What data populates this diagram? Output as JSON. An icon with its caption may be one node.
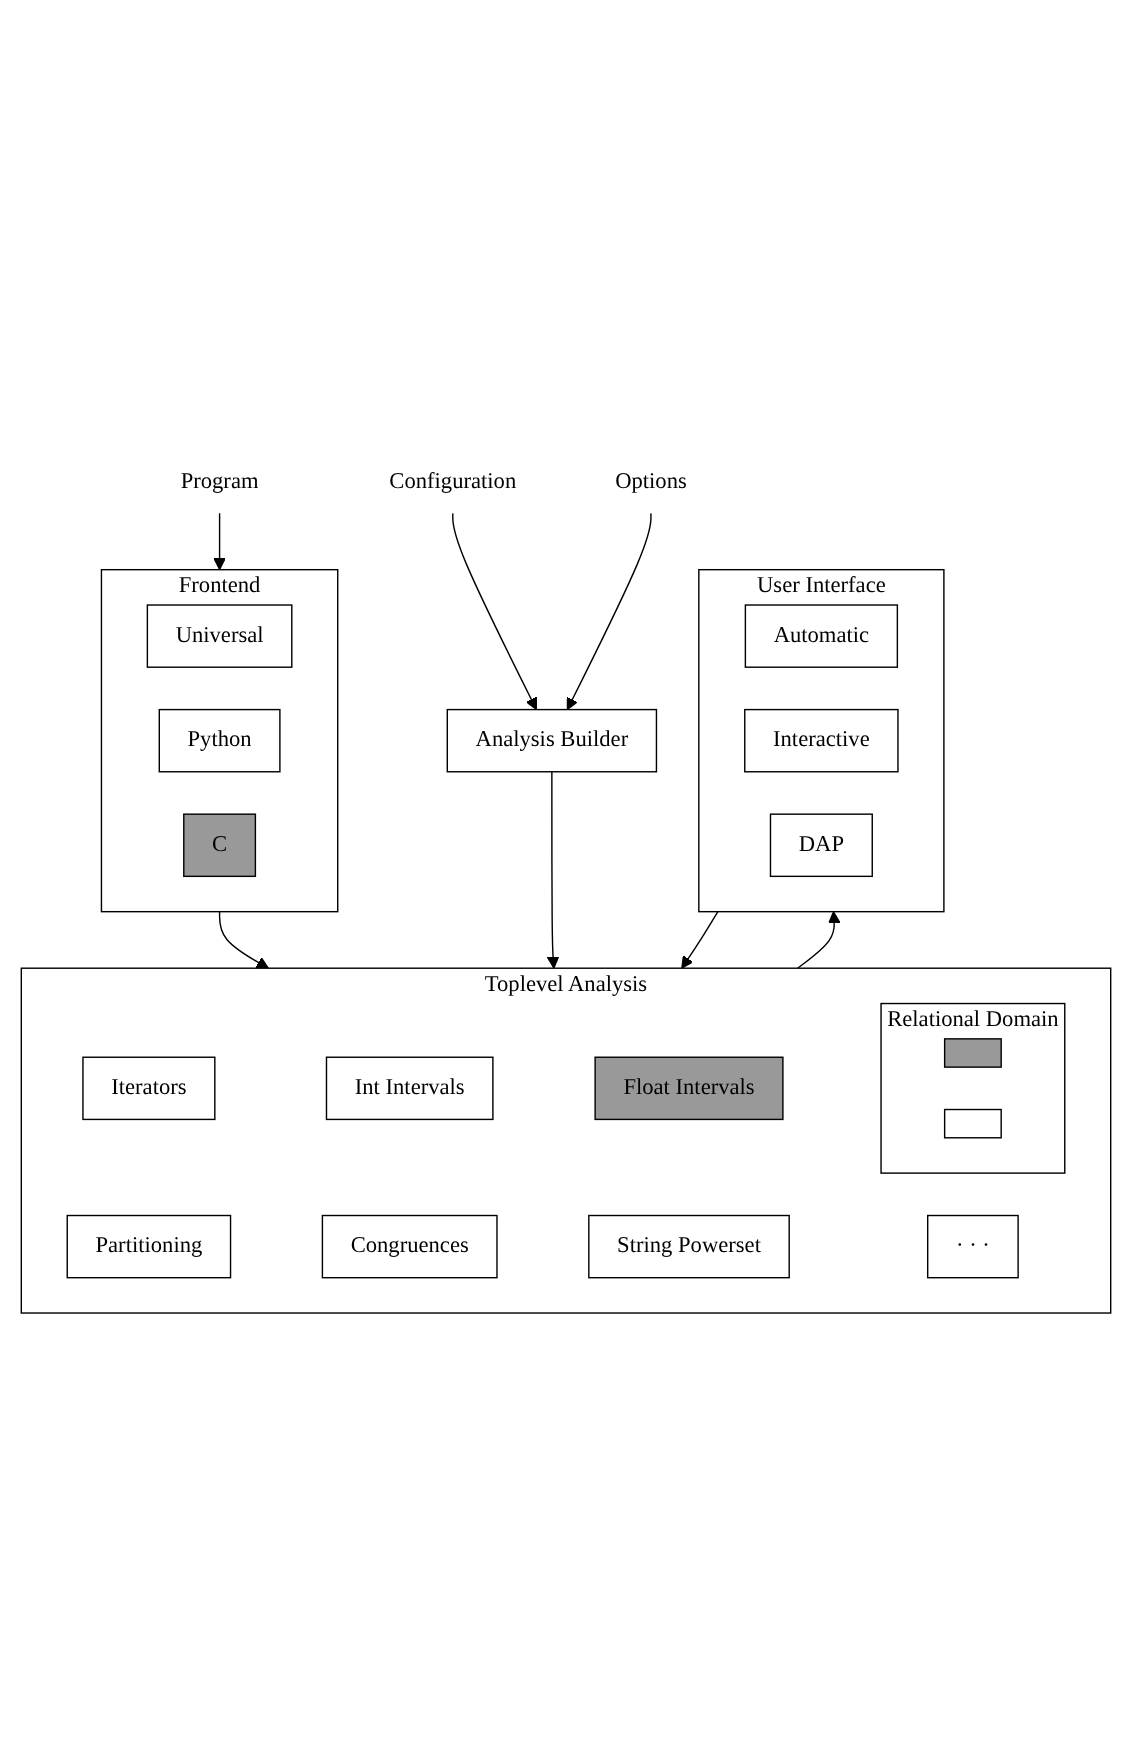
{
  "diagram": {
    "nodes": [
      {
        "text": [
          "Program"
        ]
      },
      {
        "text": [
          "Configuration"
        ]
      },
      {
        "text": [
          "Options"
        ]
      },
      {
        "text": [
          "Frontend"
        ]
      },
      {
        "text": [
          "Universal"
        ],
        "in": 3
      },
      {
        "text": [
          "Python"
        ],
        "in": 3
      },
      {
        "text": [
          "C"
        ],
        "in": 3
      },
      {
        "text": [
          "Analysis Builder"
        ]
      },
      {
        "text": [
          "Toplevel Analysis"
        ]
      },
      {
        "text": [
          "Iterators"
        ],
        "in": 8
      },
      {
        "text": [
          "Partitioning"
        ],
        "in": 8
      },
      {
        "text": [
          "Int Intervals"
        ],
        "in": 8
      },
      {
        "text": [
          "Congruences"
        ],
        "in": 8
      },
      {
        "text": [
          "Float Intervals"
        ],
        "in": 8
      },
      {
        "text": [
          "String Powerset"
        ],
        "in": 8
      },
      {
        "text": [
          "Relational Domain"
        ],
        "in": 8
      },
      {
        "text": [],
        "shape": "box",
        "in": 15
      },
      {
        "text": [],
        "shape": "box",
        "in": 15
      },
      {
        "text": [
          "· · ·"
        ],
        "in": 8
      },
      {
        "text": [
          "User Interface"
        ]
      },
      {
        "text": [
          "Automatic"
        ],
        "in": 19
      },
      {
        "text": [
          "Interactive"
        ],
        "in": 19
      },
      {
        "text": [
          "DAP"
        ],
        "in": 19
      }
    ],
    "edges": [
      {
        "from": 0,
        "to": 3,
        "arrow": "to"
      },
      {
        "from": 1,
        "to": 7,
        "arrow": "to"
      },
      {
        "from": 2,
        "to": 7,
        "arrow": "to"
      },
      {
        "from": 3,
        "to": 8,
        "arrow": "to"
      },
      {
        "from": 7,
        "to": 8,
        "arrow": "to"
      },
      {
        "from": 19,
        "to": 8,
        "arrow": "to"
      },
      {
        "from": 8,
        "to": 19,
        "arrow": "to"
      }
    ]
  }
}
